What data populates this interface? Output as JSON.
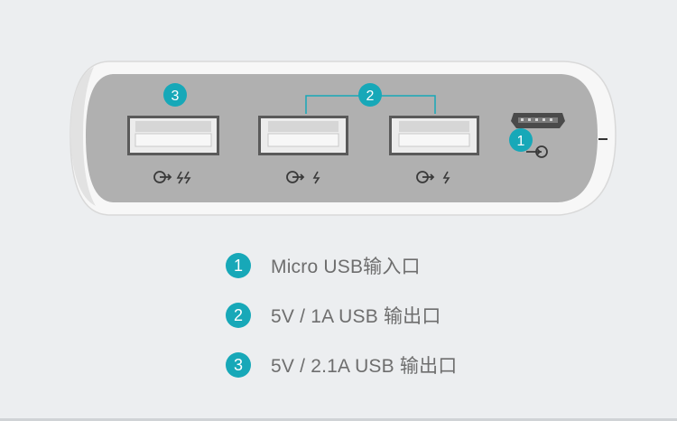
{
  "diagram": {
    "badges": {
      "port3": "3",
      "ports2": "2",
      "micro": "1"
    }
  },
  "legend": [
    {
      "num": "1",
      "text": "Micro USB输入口"
    },
    {
      "num": "2",
      "text": "5V / 1A USB 输出口"
    },
    {
      "num": "3",
      "text": "5V / 2.1A USB 输出口"
    }
  ],
  "colors": {
    "accent": "#17a8b8",
    "body_gray": "#b0b0b0",
    "shell_white": "#f7f7f7",
    "background": "#eceef0",
    "icon_dark": "#3a3a3a"
  },
  "icons": {
    "port3_icon": "output-fast-charge-icon",
    "port2_icon": "output-charge-icon",
    "micro_icon": "input-charge-icon"
  }
}
